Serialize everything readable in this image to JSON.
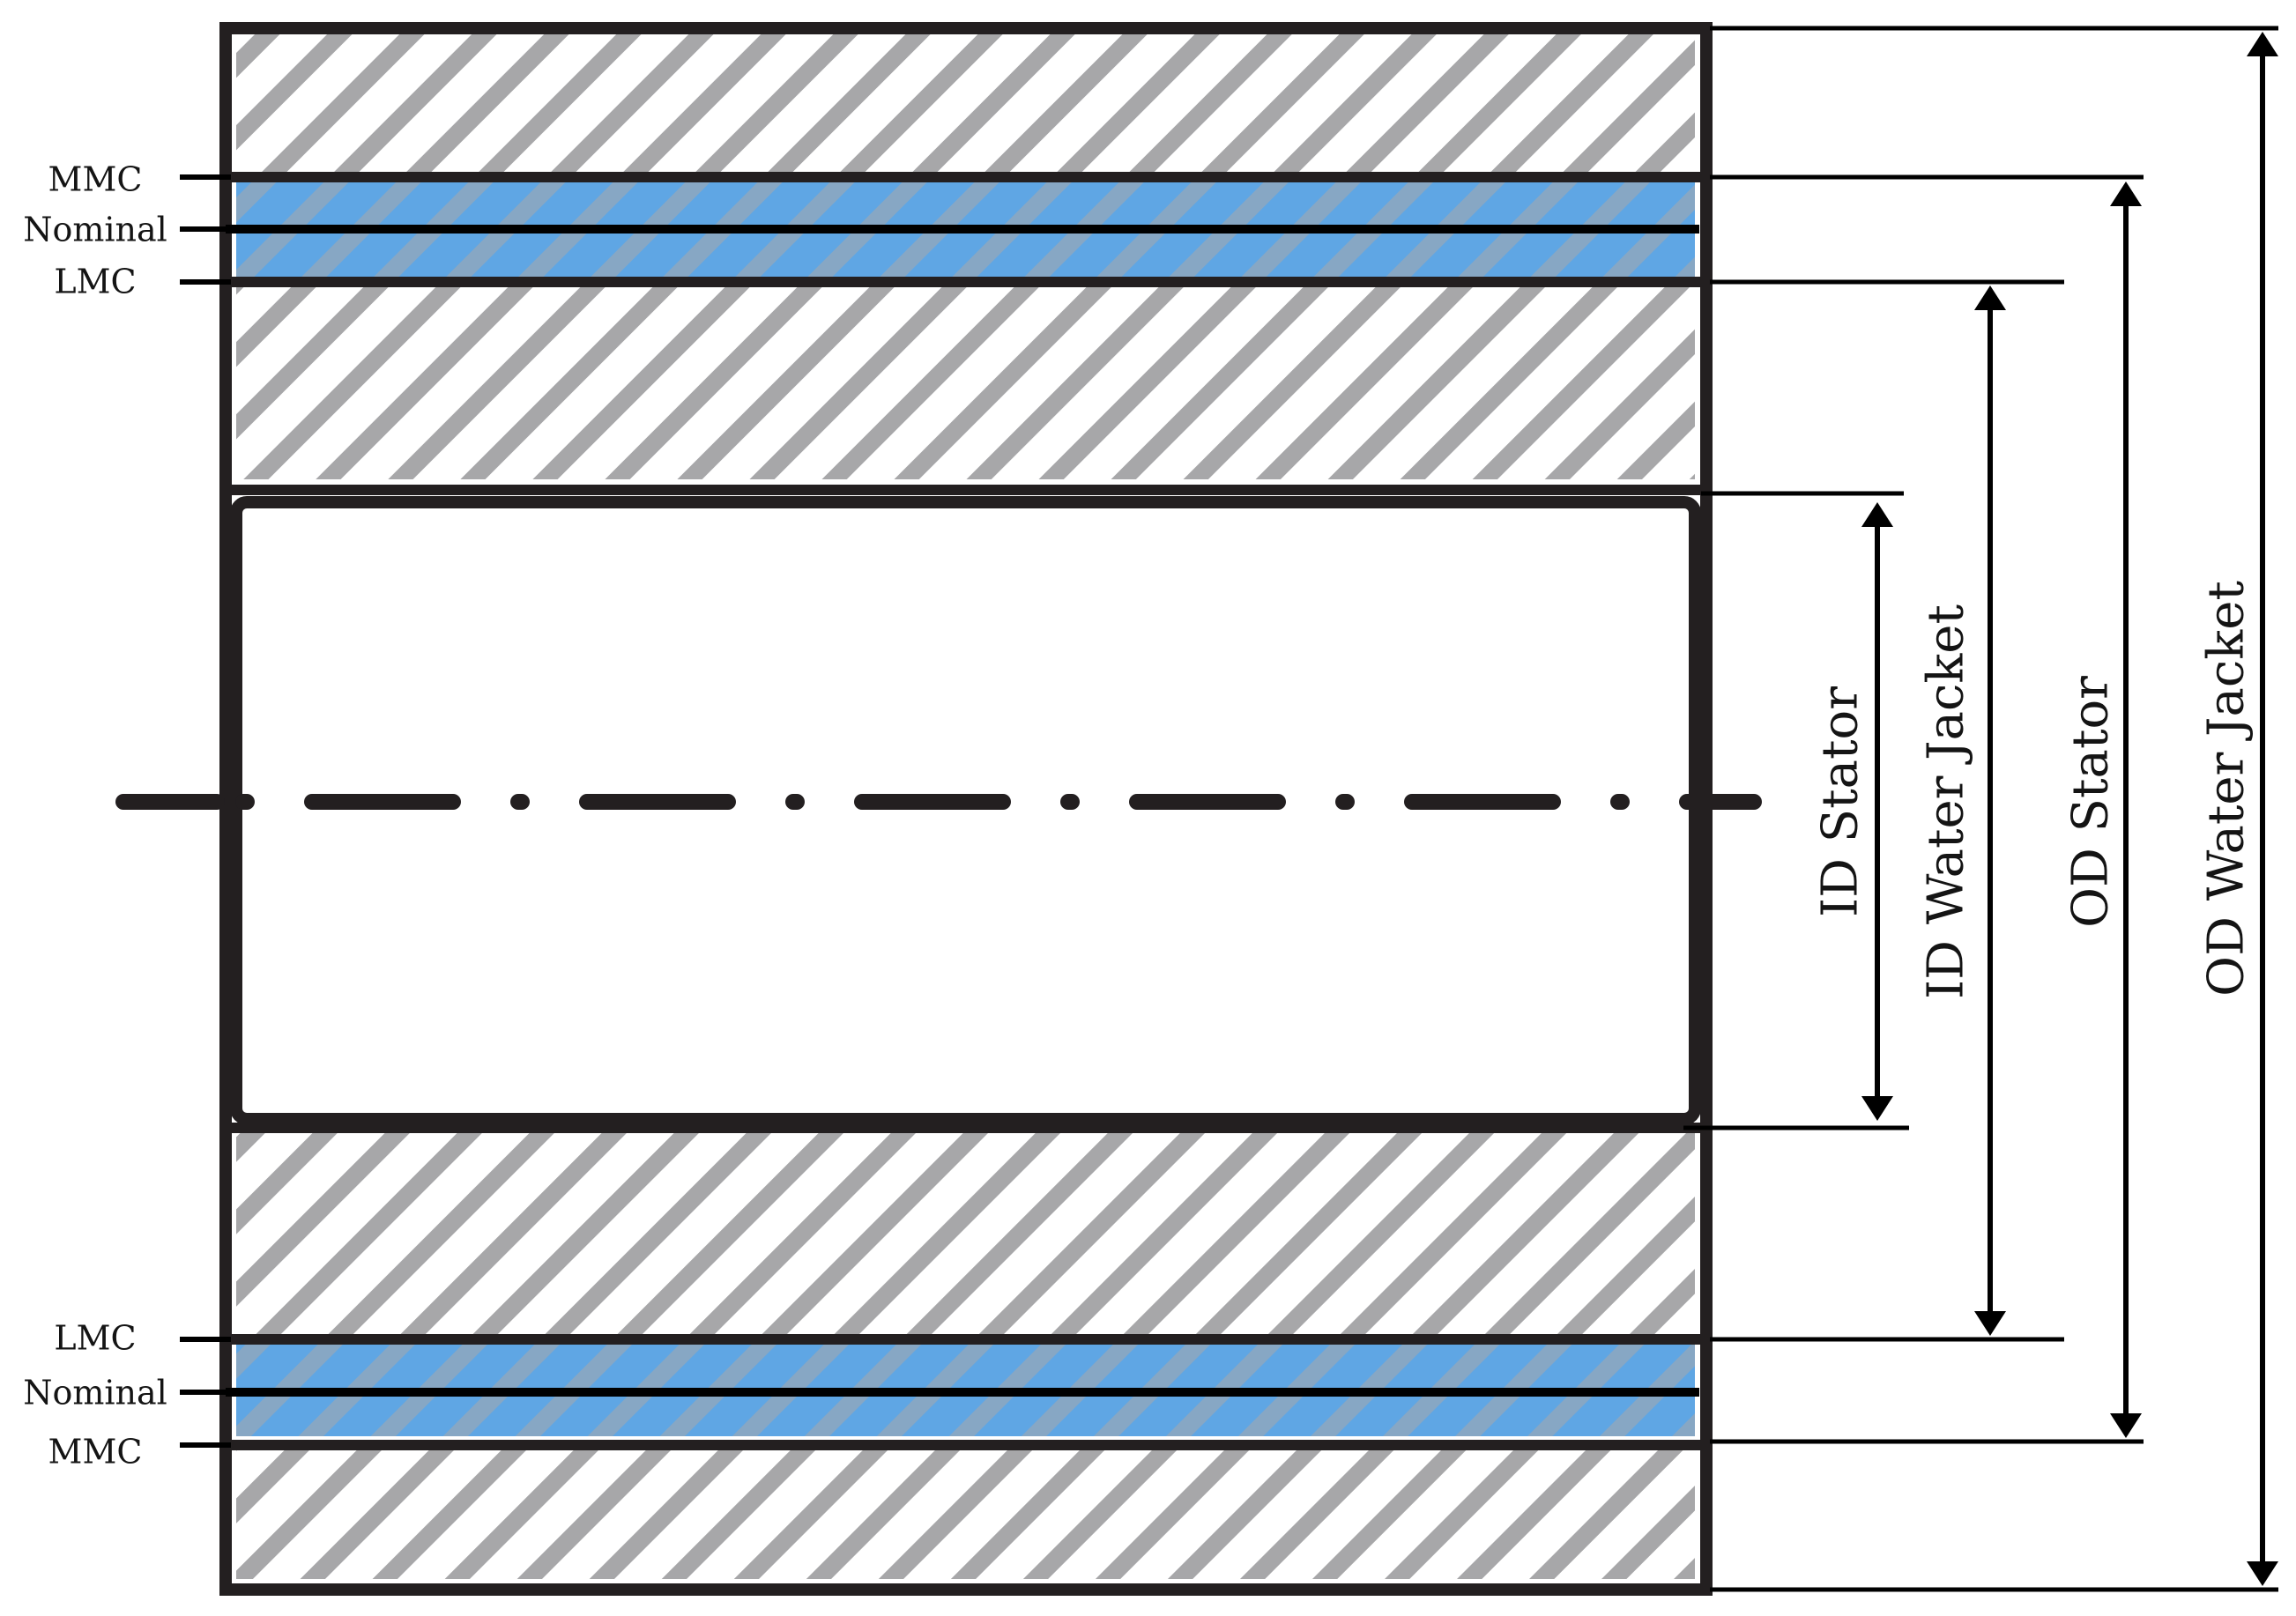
{
  "colors": {
    "outline": "#231f20",
    "hatch": "#a7a7a9",
    "tolerance_band": "#5fa6e4",
    "background": "#ffffff"
  },
  "tolerance_labels": {
    "top": {
      "mmc": "MMC",
      "nominal": "Nominal",
      "lmc": "LMC"
    },
    "bottom": {
      "lmc": "LMC",
      "nominal": "Nominal",
      "mmc": "MMC"
    }
  },
  "dimensions": {
    "id_stator": "ID Stator",
    "id_water_jacket": "ID Water Jacket",
    "od_stator": "OD Stator",
    "od_water_jacket": "OD Water Jacket"
  }
}
